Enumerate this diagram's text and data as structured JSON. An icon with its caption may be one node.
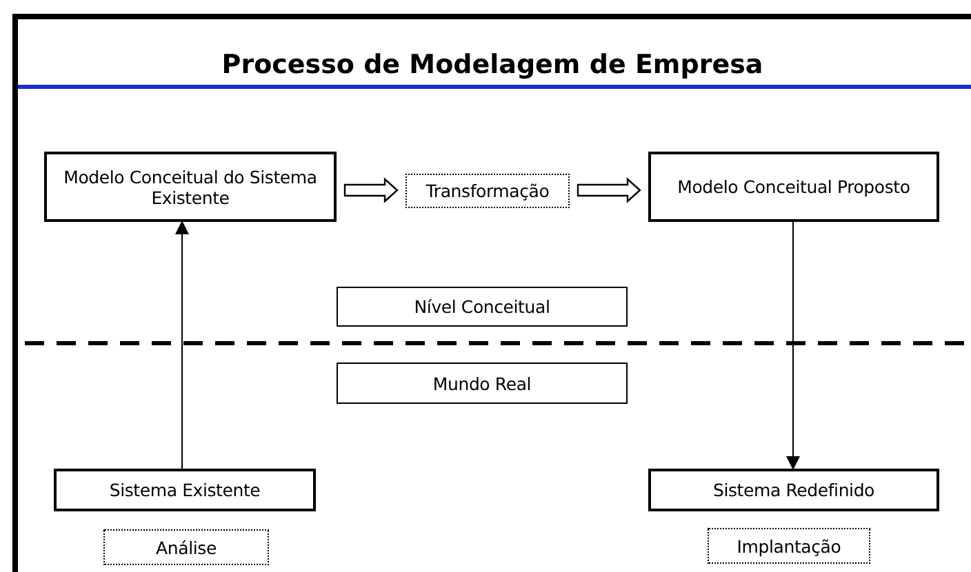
{
  "diagram": {
    "title": "Processo de Modelagem de Empresa",
    "nodes": [
      {
        "text": [
          "Modelo Conceitual do Sistema Existente"
        ]
      },
      {
        "text": [
          "Transformação"
        ]
      },
      {
        "text": [
          "Modelo Conceitual Proposto"
        ]
      },
      {
        "text": [
          "Nível Conceitual"
        ]
      },
      {
        "text": [
          "Mundo Real"
        ]
      },
      {
        "text": [
          "Sistema Existente"
        ]
      },
      {
        "text": [
          "Análise"
        ]
      },
      {
        "text": [
          "Sistema Redefinido"
        ]
      },
      {
        "text": [
          "Implantação"
        ]
      }
    ],
    "edges": [
      {
        "from": 0,
        "to": 1,
        "arrow": "to"
      },
      {
        "from": 1,
        "to": 2,
        "arrow": "to"
      },
      {
        "from": 5,
        "to": 0,
        "arrow": "to"
      },
      {
        "from": 2,
        "to": 7,
        "arrow": "to"
      }
    ]
  }
}
